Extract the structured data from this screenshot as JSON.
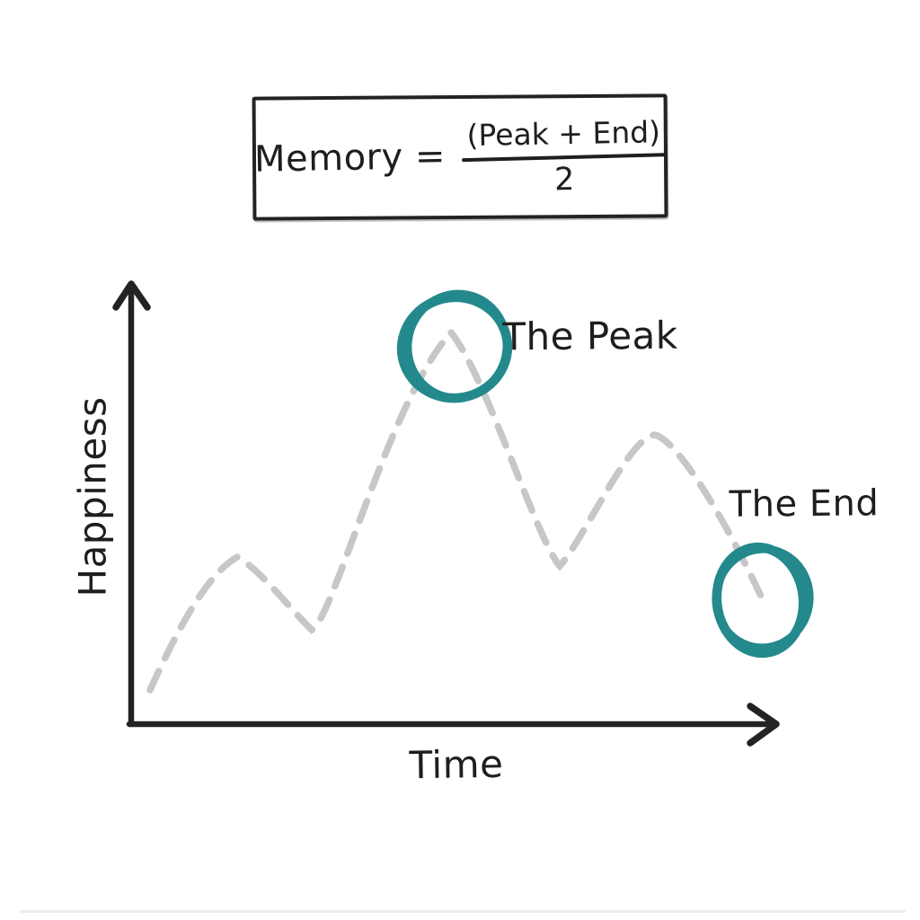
{
  "formula": {
    "lhs": "Memory =",
    "numerator": "(Peak + End)",
    "denominator": "2"
  },
  "annotations": {
    "peak_label": "The Peak",
    "end_label": "The End"
  },
  "axes": {
    "x_label": "Time",
    "y_label": "Happiness"
  },
  "colors": {
    "ink": "#232323",
    "curve_gray": "#c7c7c7",
    "teal": "#23898c"
  },
  "chart_data": {
    "type": "line",
    "title": "Memory = (Peak + End) / 2",
    "xlabel": "Time",
    "ylabel": "Happiness",
    "x_range": [
      0,
      1
    ],
    "y_range": [
      0,
      1
    ],
    "grid": false,
    "legend": false,
    "line_style": "dashed-freehand",
    "line_color": "#c7c7c7",
    "series": [
      {
        "name": "happiness-over-time",
        "points": [
          [
            0.03,
            0.08
          ],
          [
            0.16,
            0.38
          ],
          [
            0.28,
            0.21
          ],
          [
            0.5,
            0.89
          ],
          [
            0.67,
            0.36
          ],
          [
            0.82,
            0.66
          ],
          [
            0.99,
            0.28
          ]
        ]
      }
    ],
    "annotations": [
      {
        "label": "The Peak",
        "x": 0.5,
        "y": 0.89,
        "marker": "hand-drawn-circle",
        "color": "#23898c"
      },
      {
        "label": "The End",
        "x": 0.99,
        "y": 0.28,
        "marker": "hand-drawn-circle",
        "color": "#23898c"
      }
    ]
  }
}
